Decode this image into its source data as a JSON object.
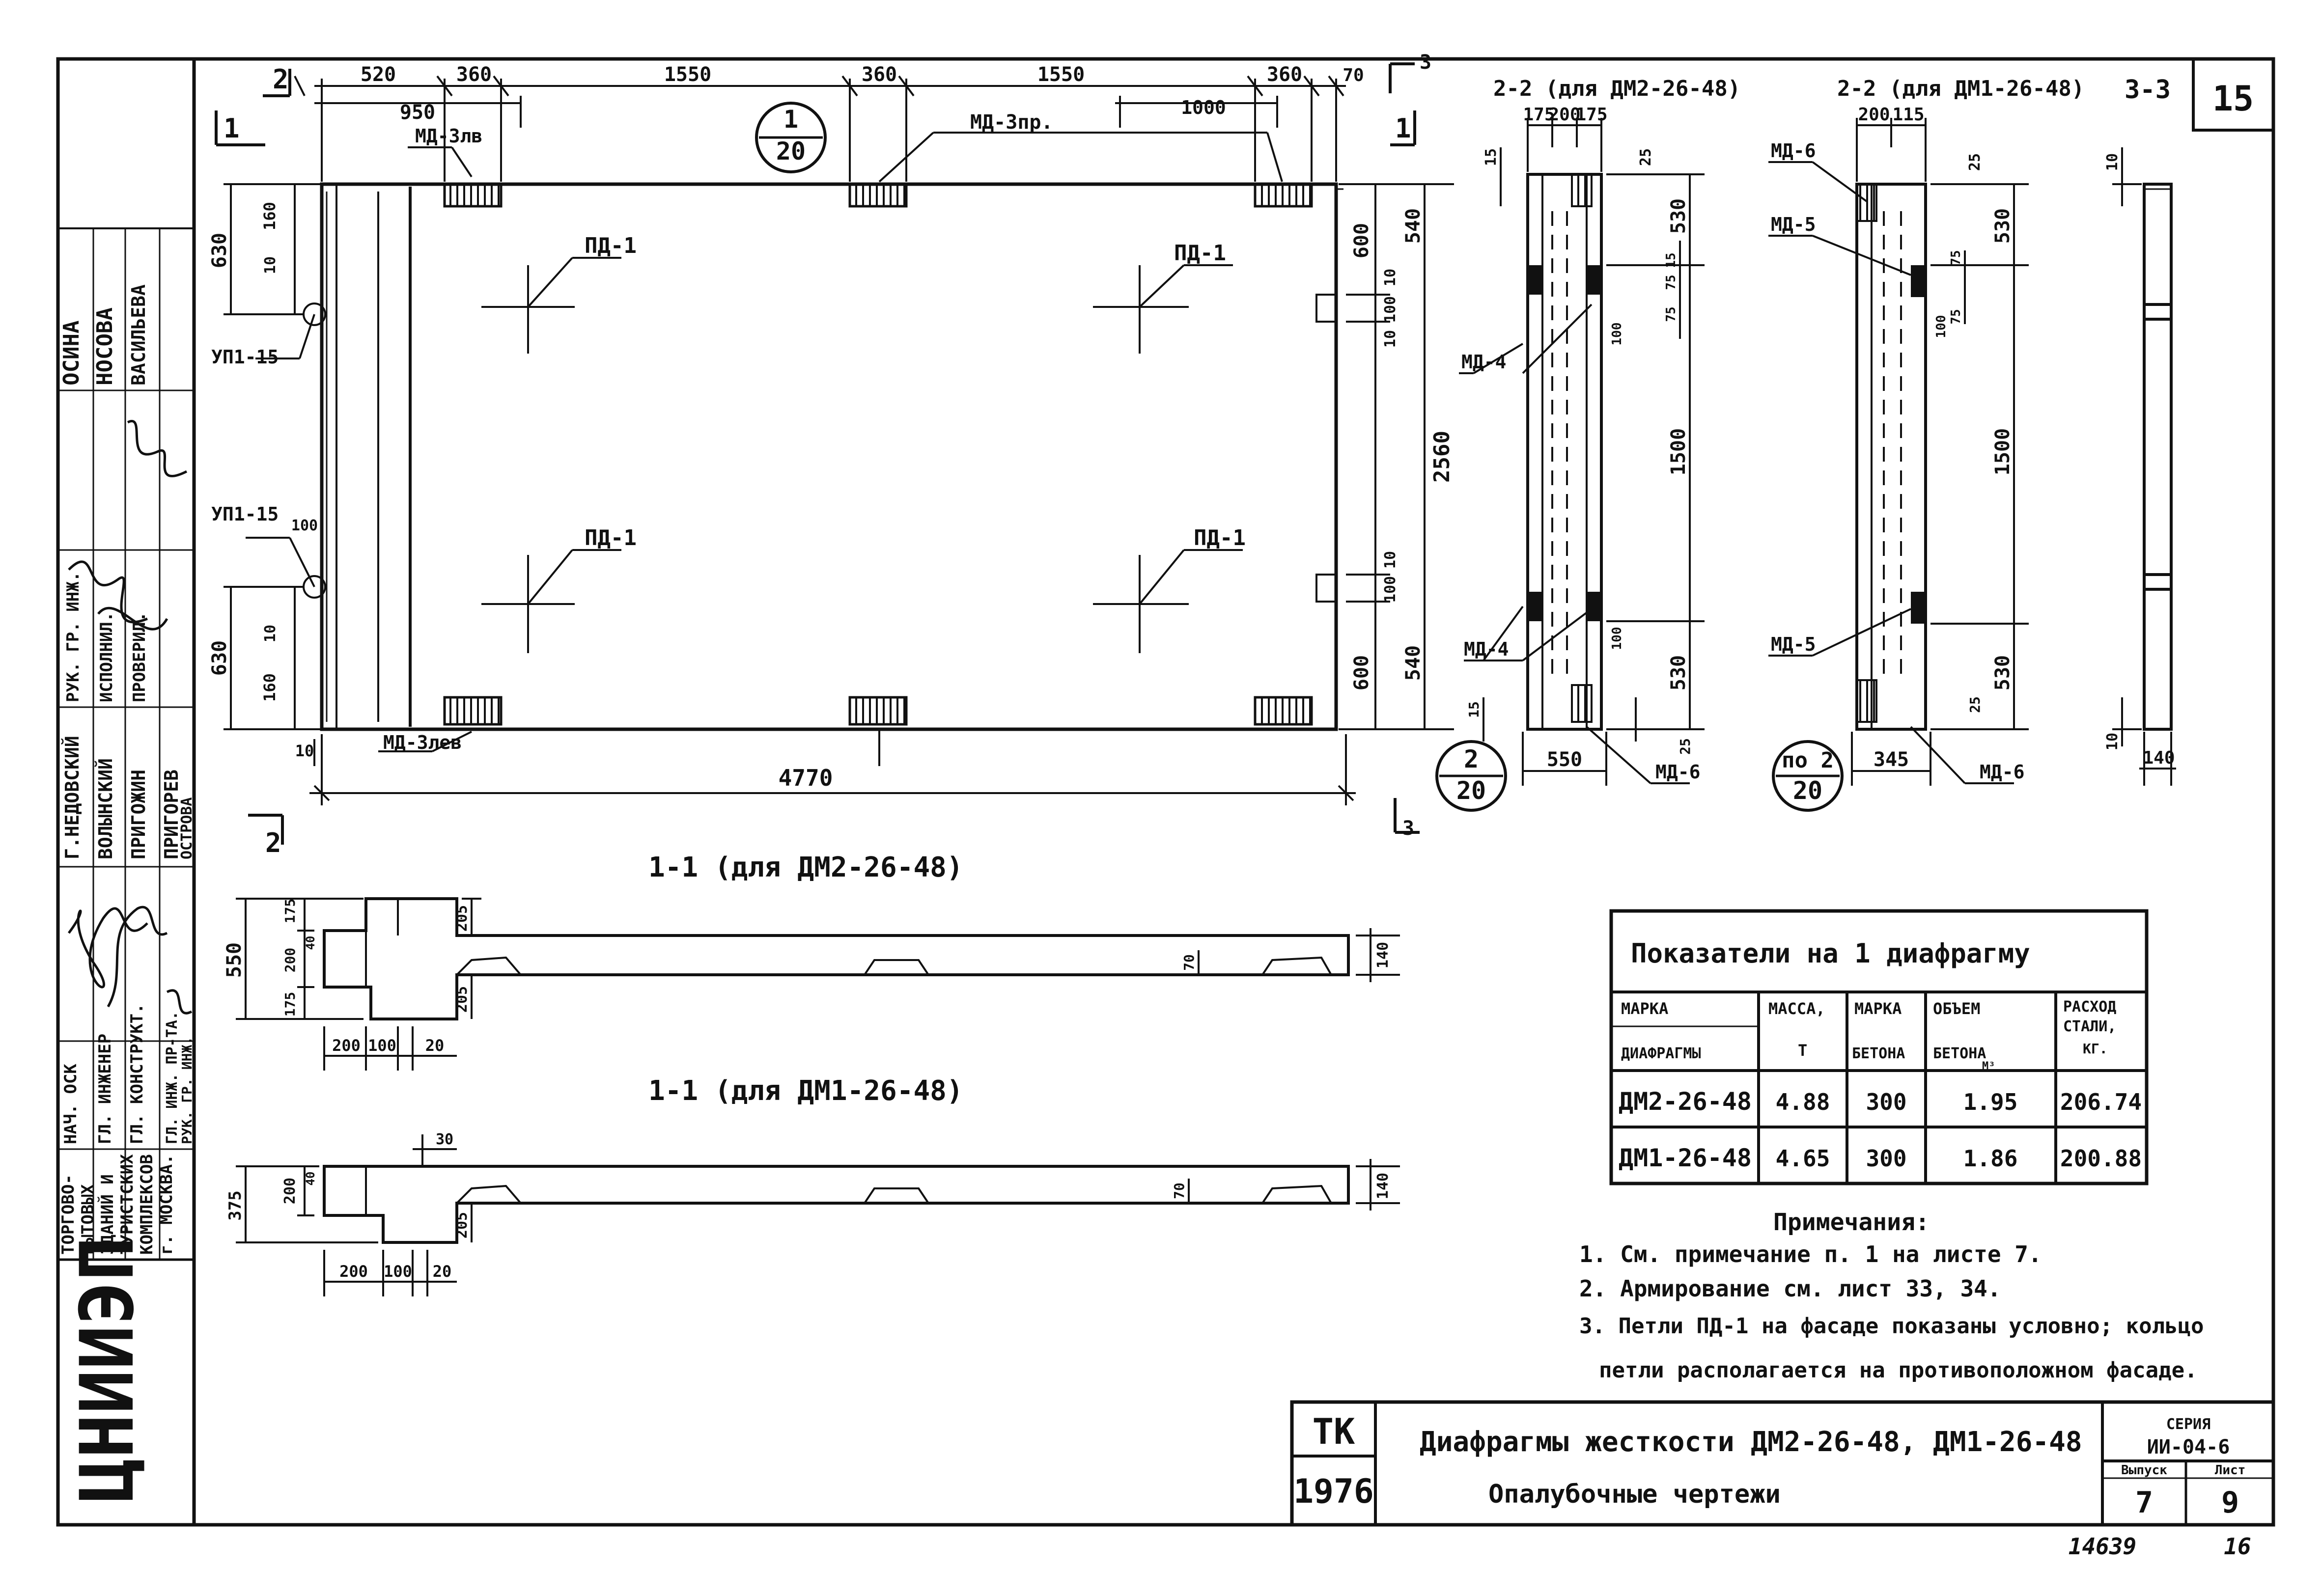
{
  "sheet": {
    "number": "15",
    "stamp": "14639",
    "page": "16"
  },
  "elevation": {
    "scale_top": "1",
    "scale_bottom": "20",
    "dims_top": [
      "520",
      "360",
      "1550",
      "360",
      "1550",
      "360",
      "70"
    ],
    "dim_950": "950",
    "dim_1000": "1000",
    "dim_4770": "4770",
    "dims_left": [
      "630",
      "160",
      "10",
      "630",
      "160",
      "10",
      "100"
    ],
    "dims_right": [
      "600",
      "540",
      "10",
      "100",
      "10",
      "10",
      "100",
      "540",
      "600"
    ],
    "dim_2560": "2560",
    "dim_10": "10",
    "labels": {
      "md3l": "МД-3лв",
      "md3r": "МД-3пр.",
      "md3l_bottom": "МД-3лев",
      "pd1_tl": "ПД-1",
      "pd1_tr": "ПД-1",
      "pd1_bl": "ПД-1",
      "pd1_br": "ПД-1",
      "upl_top": "УП1-15",
      "upl_bot": "УП1-15"
    },
    "cut_marks": [
      "2",
      "1",
      "3",
      "2",
      "1",
      "3"
    ]
  },
  "section22a": {
    "title": "2-2 (для ДМ2-26-48)",
    "dims_top": [
      "175",
      "200",
      "175"
    ],
    "dim_15": "15",
    "dim_25": "25",
    "dims_right": [
      "530",
      "1500",
      "530"
    ],
    "dims_mid": [
      "15",
      "75",
      "100",
      "75",
      "100"
    ],
    "dim_550": "550",
    "scale_top": "2",
    "scale_bottom": "20",
    "labels": {
      "md4a": "МД-4",
      "md4b": "МД-4",
      "md6": "МД-6"
    },
    "dim_15b": "15",
    "dim_25b": "25"
  },
  "section22b": {
    "title": "2-2 (для ДМ1-26-48)",
    "dims_top": [
      "200",
      "115"
    ],
    "dim_25": "25",
    "dims_right": [
      "530",
      "1500",
      "530"
    ],
    "dims_mid": [
      "75",
      "100",
      "75"
    ],
    "dim_25b": "25",
    "dim_345": "345",
    "scale_top": "по 2",
    "scale_bottom": "20",
    "labels": {
      "md6a": "МД-6",
      "md5a": "МД-5",
      "md5b": "МД-5",
      "md6b": "МД-6"
    }
  },
  "section33": {
    "title": "3-3",
    "dim_10": "10",
    "dim_10b": "10",
    "dim_140": "140"
  },
  "section11a": {
    "title": "1-1 (для ДМ2-26-48)",
    "dim_550": "550",
    "dims_left": [
      "175",
      "200",
      "175"
    ],
    "dim_205a": "205",
    "dim_205b": "205",
    "dim_70": "70",
    "dim_140": "140",
    "dims_bottom": [
      "200",
      "100",
      "20"
    ],
    "dim_40": "40"
  },
  "section11b": {
    "title": "1-1 (для ДМ1-26-48)",
    "dim_375": "375",
    "dim_200": "200",
    "dim_30": "30",
    "dim_70": "70",
    "dim_205": "205",
    "dim_140": "140",
    "dims_bottom": [
      "200",
      "100",
      "20"
    ],
    "dim_40": "40"
  },
  "table": {
    "title": "Показатели на 1 диафрагму",
    "headers": [
      [
        "МАРКА",
        "ДИАФРАГМЫ"
      ],
      [
        "МАССА,",
        "Т"
      ],
      [
        "МАРКА",
        "БЕТОНА"
      ],
      [
        "ОБЪЕМ",
        "БЕТОНА",
        "М³"
      ],
      [
        "РАСХОД",
        "СТАЛИ,",
        "КГ."
      ]
    ],
    "rows": [
      [
        "ДМ2-26-48",
        "4.88",
        "300",
        "1.95",
        "206.74"
      ],
      [
        "ДМ1-26-48",
        "4.65",
        "300",
        "1.86",
        "200.88"
      ]
    ]
  },
  "notes": {
    "title": "Примечания:",
    "items": [
      "1. См. примечание п. 1 на листе 7.",
      "2. Армирование см. лист 33, 34.",
      "3. Петли ПД-1 на фасаде показаны условно; кольцо",
      "петли располагается на противоположном фасаде."
    ]
  },
  "title_block": {
    "tk": "ТК",
    "year": "1976",
    "title_line1": "Диафрагмы жесткости ДМ2-26-48, ДМ1-26-48",
    "title_line2": "Опалубочные чертежи",
    "series_label": "СЕРИЯ",
    "series_value": "ИИ-04-6",
    "issue_label": "Выпуск",
    "issue_value": "7",
    "sheet_label": "Лист",
    "sheet_value": "9"
  },
  "side_stamp": {
    "logo": "ЦНИИЭП",
    "org": [
      "ТОРГОВО-",
      "БЫТОВЫХ",
      "ЗДАНИЙ И",
      "ТУРИСТСКИХ",
      "КОМПЛЕКСОВ",
      "г. МОСКВА."
    ],
    "roles": [
      "НАЧ. ОСК",
      "ГЛ. ИНЖЕНЕР",
      "ГЛ. КОНСТРУКТ.",
      "ГЛ. ИНЖ. ПР-ТА.",
      "РУК. ГР. ИНЖ."
    ],
    "names1": [
      "Г.НЕДОВСКИЙ",
      "ВОЛЫНСКИЙ",
      "ПРИГОЖИН",
      "ПРИГОРЕВ",
      "ОСТРОВА"
    ],
    "roles2": [
      "РУК. ГР. ИНЖ.",
      "ИСПОЛНИЛ.",
      "ПРОВЕРИЛ."
    ],
    "names2": [
      "ОСИНА",
      "НОСОВА",
      "ВАСИЛЬЕВА"
    ]
  }
}
